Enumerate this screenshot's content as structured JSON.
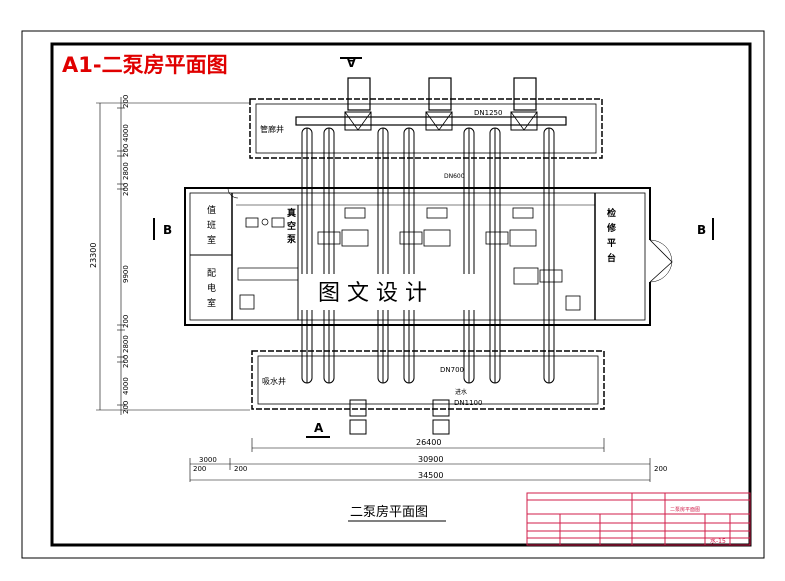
{
  "drawing": {
    "title": "A1-二泵房平面图",
    "caption": "二泵房平面图",
    "watermark": "图 文 设 计"
  },
  "rooms": {
    "suction_well": "吸水井",
    "pipe_gallery": "管廊井",
    "vacuum_room": "真空泵",
    "repair_platform": "检修平台",
    "duty_room": "值班室",
    "distribution_room": "配电室"
  },
  "pipes": {
    "main_out": "DN1250",
    "branch_out": "DN600",
    "suction": "DN700",
    "inlet": "DN1100",
    "inlet_label": "进水"
  },
  "sections": {
    "a_top": "A",
    "a_bottom": "A",
    "b_left": "B",
    "b_right": "B"
  },
  "dimensions": {
    "vertical_total": "23300",
    "vertical": [
      "200",
      "4000",
      "200",
      "2800",
      "200",
      "9900",
      "200",
      "2800",
      "200",
      "4000",
      "200"
    ],
    "inner_width": "26400",
    "mid_width": "30900",
    "total_width": "34500",
    "left_offset": "3000",
    "left_wall_a": "200",
    "left_wall_b": "200",
    "right_wall": "200"
  },
  "title_block": {
    "drawing_no": "水-15",
    "sheet_name": "二泵房平面图"
  },
  "colors": {
    "title": "#e00000",
    "frame": "#000000",
    "title_block": "#d21d4a"
  }
}
